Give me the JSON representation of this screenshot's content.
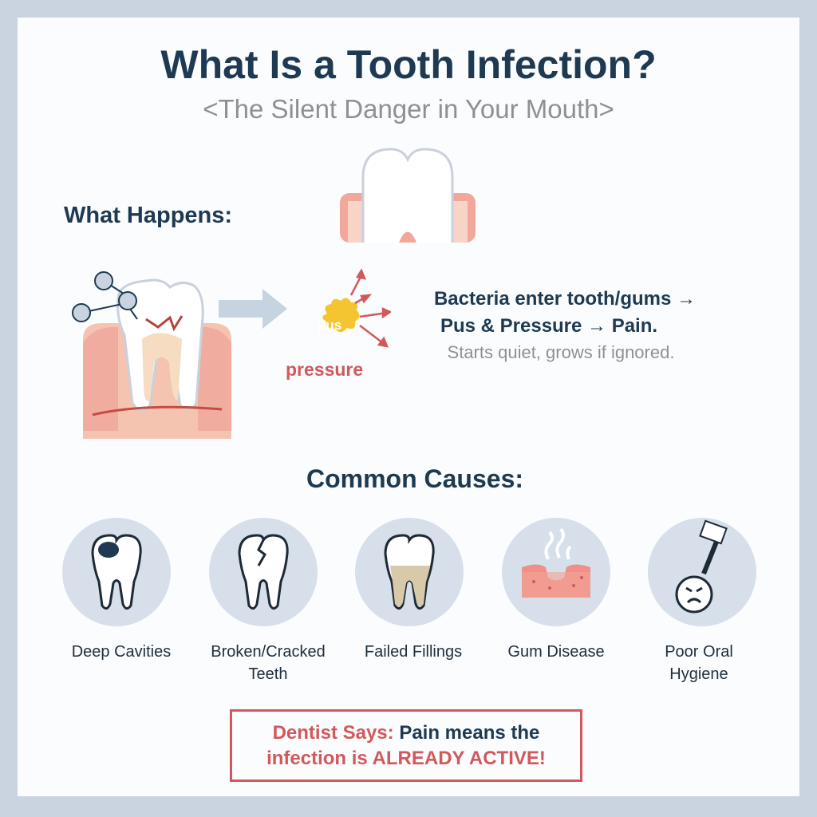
{
  "title": "What Is a Tooth Infection?",
  "subtitle": "<The Silent Danger in Your Mouth>",
  "what_happens": {
    "heading": "What Happens:",
    "pus_label": "pus",
    "pressure_label": "pressure",
    "line1": "Bacteria enter tooth/gums →",
    "line2": "Pus & Pressure → Pain.",
    "line3": "Starts quiet, grows if ignored."
  },
  "causes": {
    "heading": "Common Causes:",
    "items": [
      {
        "label_1": "Deep Cavities",
        "label_2": "",
        "icon": "cavity-tooth-icon"
      },
      {
        "label_1": "Broken/Cracked",
        "label_2": "Teeth",
        "icon": "cracked-tooth-icon"
      },
      {
        "label_1": "Failed Fillings",
        "label_2": "",
        "icon": "filled-tooth-icon"
      },
      {
        "label_1": "Gum Disease",
        "label_2": "",
        "icon": "inflamed-gum-icon"
      },
      {
        "label_1": "Poor Oral",
        "label_2": "Hygiene",
        "icon": "toothbrush-sad-face-icon"
      }
    ]
  },
  "callout": {
    "prefix": "Dentist Says:",
    "middle": "Pain means the",
    "line2a": "infection is",
    "line2b": "ALREADY ACTIVE!"
  },
  "colors": {
    "navy": "#1d3a52",
    "red": "#d1595c",
    "circle": "#d6dfea",
    "gum": "#f3c3b2",
    "pus": "#f5c531"
  }
}
